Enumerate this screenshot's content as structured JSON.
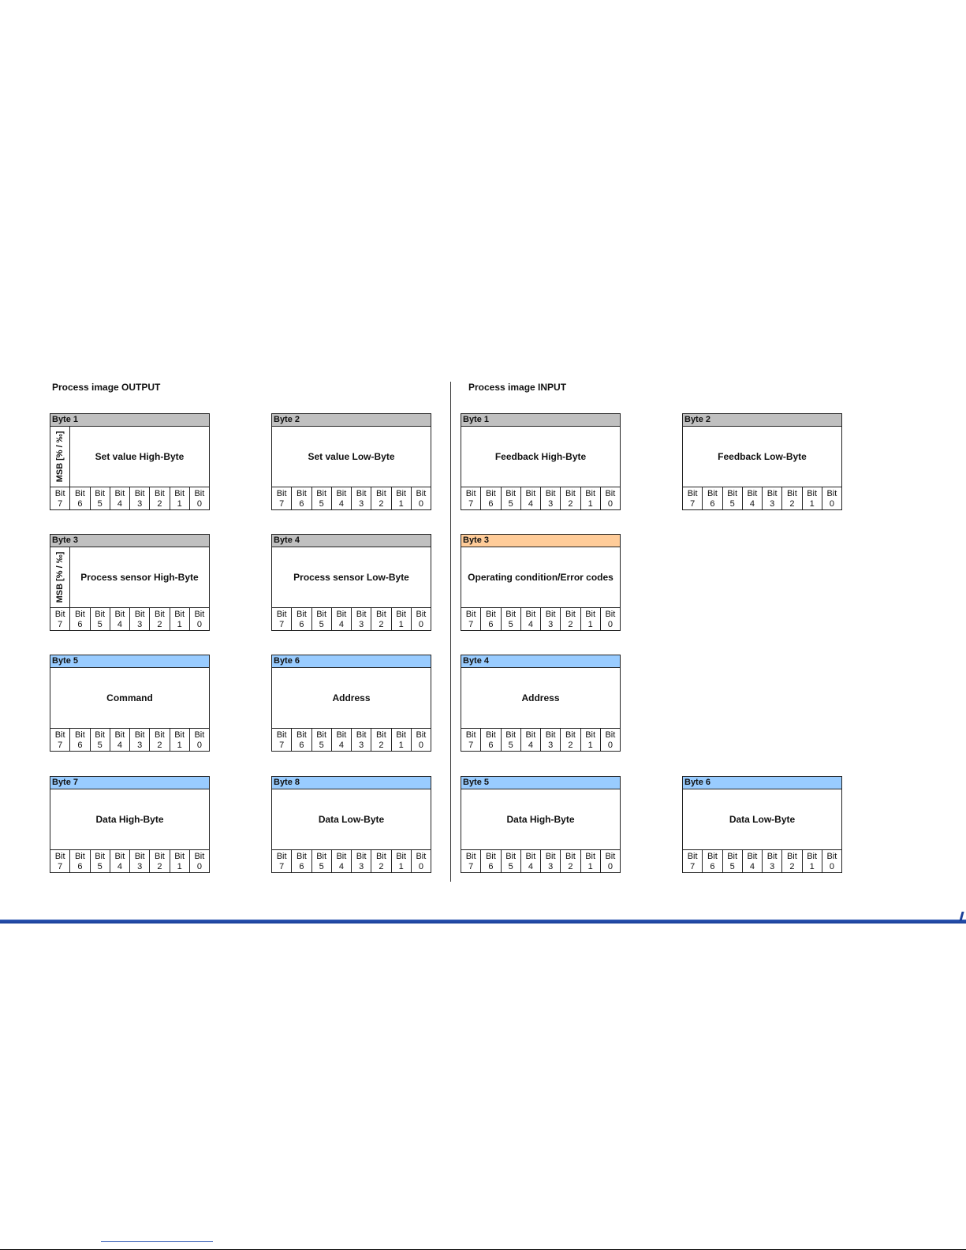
{
  "sections": {
    "output_title": "Process image OUTPUT",
    "input_title": "Process image INPUT"
  },
  "colors": {
    "gray": "#c0c0c0",
    "blue": "#99ccff",
    "orange": "#ffcc99",
    "rule": "#1a3f98"
  },
  "bit_word": "Bit",
  "bit_numbers": [
    "7",
    "6",
    "5",
    "4",
    "3",
    "2",
    "1",
    "0"
  ],
  "msb_label": "MSB [% / ‰]",
  "output": [
    {
      "header": "Byte 1",
      "label": "Set value High-Byte",
      "color": "gray",
      "msb": true
    },
    {
      "header": "Byte 2",
      "label": "Set value Low-Byte",
      "color": "gray",
      "msb": false
    },
    {
      "header": "Byte 3",
      "label": "Process sensor High-Byte",
      "color": "gray",
      "msb": true
    },
    {
      "header": "Byte 4",
      "label": "Process sensor Low-Byte",
      "color": "gray",
      "msb": false
    },
    {
      "header": "Byte 5",
      "label": "Command",
      "color": "blue",
      "msb": false
    },
    {
      "header": "Byte 6",
      "label": "Address",
      "color": "blue",
      "msb": false
    },
    {
      "header": "Byte 7",
      "label": "Data High-Byte",
      "color": "blue",
      "msb": false
    },
    {
      "header": "Byte 8",
      "label": "Data Low-Byte",
      "color": "blue",
      "msb": false
    }
  ],
  "input": [
    {
      "header": "Byte 1",
      "label": "Feedback High-Byte",
      "color": "gray",
      "msb": false
    },
    {
      "header": "Byte 2",
      "label": "Feedback Low-Byte",
      "color": "gray",
      "msb": false
    },
    {
      "header": "Byte 3",
      "label": "Operating condition/Error codes",
      "color": "orange",
      "msb": false
    },
    {
      "header": "Byte 4",
      "label": "Address",
      "color": "blue",
      "msb": false
    },
    {
      "header": "Byte 5",
      "label": "Data High-Byte",
      "color": "blue",
      "msb": false
    },
    {
      "header": "Byte 6",
      "label": "Data Low-Byte",
      "color": "blue",
      "msb": false
    }
  ]
}
